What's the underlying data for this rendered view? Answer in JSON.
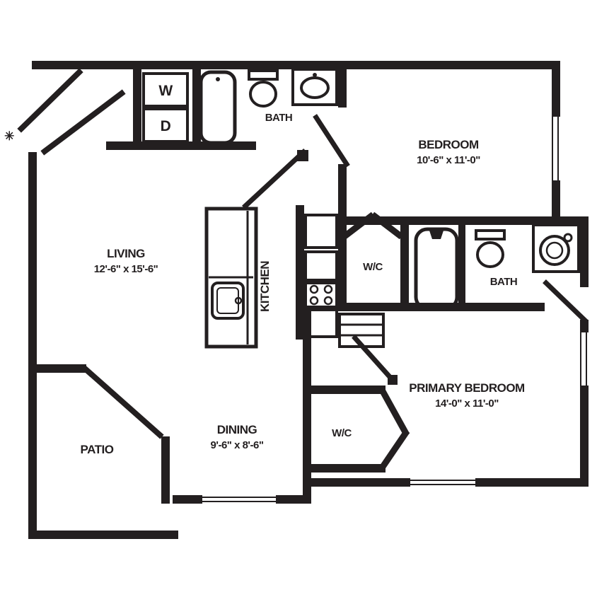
{
  "colors": {
    "ink": "#231f20",
    "bg": "#ffffff"
  },
  "floorplan": {
    "entry_marker": "✳",
    "labels": {
      "living": {
        "name": "LIVING",
        "dims": "12'-6\" x 15'-6\""
      },
      "bedroom": {
        "name": "BEDROOM",
        "dims": "10'-6\" x 11'-0\""
      },
      "primary_bedroom": {
        "name": "PRIMARY BEDROOM",
        "dims": "14'-0\" x 11'-0\""
      },
      "dining": {
        "name": "DINING",
        "dims": "9'-6\" x 8'-6\""
      },
      "kitchen": {
        "name": "KITCHEN"
      },
      "patio": {
        "name": "PATIO"
      },
      "bath_hall": {
        "name": "BATH"
      },
      "bath_primary": {
        "name": "BATH"
      },
      "wc_hall": {
        "name": "W/C"
      },
      "wc_primary": {
        "name": "W/C"
      },
      "washer": {
        "name": "W"
      },
      "dryer": {
        "name": "D"
      }
    }
  }
}
